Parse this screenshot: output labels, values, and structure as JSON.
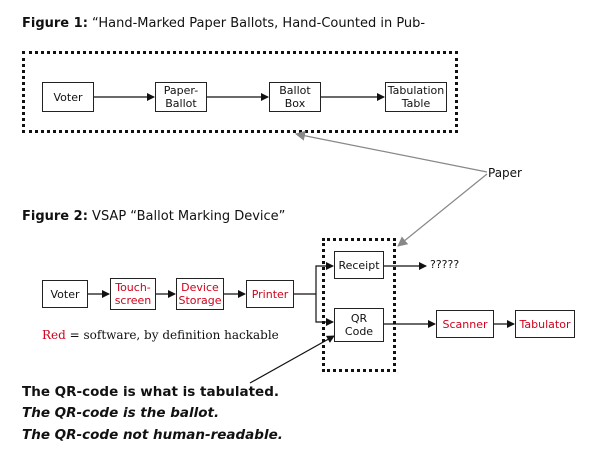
{
  "figure1": {
    "label": "Figure 1:",
    "caption": "“Hand-Marked Paper Ballots, Hand-Counted in Pub-",
    "nodes": {
      "voter": "Voter",
      "paper_ballot": "Paper-\nBallot",
      "ballot_box": "Ballot\nBox",
      "tabulation_table": "Tabulation\nTable"
    }
  },
  "paper_label": "Paper",
  "figure2": {
    "label": "Figure 2:",
    "caption": "VSAP “Ballot Marking Device”",
    "nodes": {
      "voter": "Voter",
      "touchscreen": "Touch-\nscreen",
      "device_storage": "Device\nStorage",
      "printer": "Printer",
      "receipt": "Receipt",
      "qr_code": "QR\nCode",
      "scanner": "Scanner",
      "tabulator": "Tabulator"
    },
    "question_marks": "?????",
    "legend_red": "Red",
    "legend_rest": " = software, by definition hackable"
  },
  "notes": [
    "The QR-code is what is tabulated.",
    "The QR-code is the ballot.",
    "The QR-code  not human-readable."
  ],
  "colors": {
    "software_red": "#d0021b",
    "arrow_gray": "#888888"
  }
}
